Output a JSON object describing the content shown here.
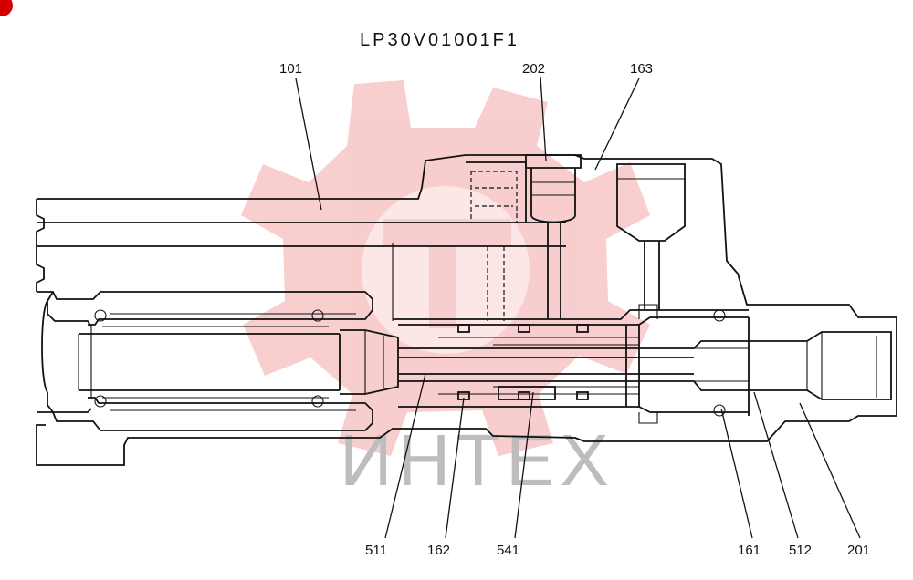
{
  "title": "LP30V01001F1",
  "watermark_text": "ИНТЕХ",
  "callouts": {
    "c101": "101",
    "c202": "202",
    "c163": "163",
    "c511": "511",
    "c162": "162",
    "c541": "541",
    "c161": "161",
    "c512": "512",
    "c201": "201"
  },
  "colors": {
    "line": "#111111",
    "watermark_logo": "#f4a6a6",
    "watermark_text": "#bdbdbd",
    "corner_badge": "#d40000"
  }
}
